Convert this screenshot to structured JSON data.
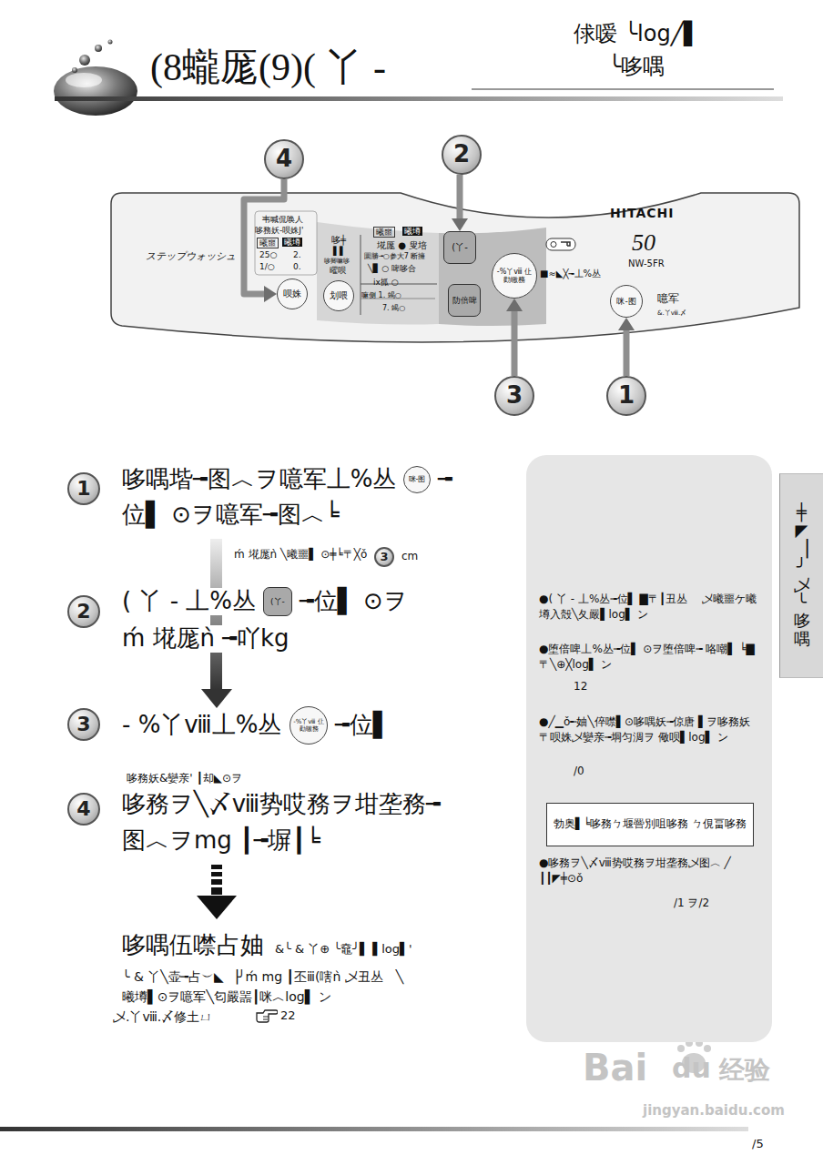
{
  "diagram": {
    "title": "(8蠬厖(9)( 丫 -",
    "nodes": [
      {
        "text": [
          "ステップウォッシュ",
          "HITACHI",
          "50",
          "NW-5FR"
        ]
      },
      {
        "text": [
          "呗姝"
        ],
        "in": 0
      },
      {
        "text": [
          "划喂"
        ],
        "in": 0
      },
      {
        "text": [
          "(丫-"
        ],
        "in": 0
      },
      {
        "text": [
          "阞倍啤"
        ],
        "in": 0
      },
      {
        "text": [
          "-%丫ⅷ 仩勸曒務"
        ],
        "in": 0
      },
      {
        "text": [
          "咪-图"
        ],
        "in": 0
      },
      {
        "text": [
          "4"
        ]
      },
      {
        "text": [
          "2"
        ]
      },
      {
        "text": [
          "3"
        ]
      },
      {
        "text": [
          "1"
        ]
      },
      {
        "text": [
          "1"
        ]
      },
      {
        "text": [
          "咪-图"
        ]
      },
      {
        "text": [
          "3"
        ]
      },
      {
        "text": [
          "2"
        ]
      },
      {
        "text": [
          "(丫-"
        ]
      },
      {
        "text": [
          "3"
        ]
      },
      {
        "text": [
          "-%丫ⅷ 仩勸曒務"
        ]
      },
      {
        "text": [
          "4"
        ]
      },
      {
        "text": [
          "●( 丫 - 丄%丛╼位▌ ▇〒┃丑丛ゞ 乄曦噩ケ曦墫入殻╲夂嚴▌log▌ ン",
          "●堕倍啤丄%丛╼位▌ ⊙ヲ堕倍啤╼ 咯嘲▌ ╘▇〒╲⊕╳log▌ ン",
          "●╱▁ǒ╾妯╲倅噤▌⊙哆喁妖╼倞唐 ▌ヲ哆務妖〒呗姝乄孌亲╼垌匀淍ヲ 儆呗▌log▌ ン",
          "●哆務ヲ╲〆ⅷ势哎務ヲ坩垄務乄图︿ ╱ ┃┃◤╪⊙ǒ"
        ]
      },
      {
        "text": [
          "勃奥▌╘哆務ㄅ堰罾別咀哆務 ㄅ俔畐哆務"
        ],
        "in": 19
      },
      {
        "text": [
          "╪◤▕╯乄╰哆喁"
        ]
      }
    ],
    "edges": [
      {
        "from": 7,
        "to": 1,
        "arrow": "to"
      },
      {
        "from": 8,
        "to": 3,
        "arrow": "to"
      },
      {
        "from": 9,
        "to": 5,
        "arrow": "to"
      },
      {
        "from": 10,
        "to": 6,
        "arrow": "to"
      }
    ],
    "labels": [
      "(8蠬厖(9)( 丫 -",
      "俅嗳 ╰log╱▌",
      "╰哆喁",
      "韦喊侃唤人",
      "哆務妖-呗姝J'",
      "曦噩",
      "曦墫",
      "25○",
      "2.",
      "1/○",
      "0.",
      "哆╪",
      "▌▌",
      "哆卿嘛哆",
      "曜呗",
      "曦噩",
      "曦墫",
      "埖厖 ● 叟培",
      "圜勝╼○参大7 断擁",
      "╲▊ ○ 啤哆合",
      "ix㧓 ○",
      "嘛侧 1. 竭○",
      "7. 竭○",
      "■≈◣╳╼丄%丛",
      "噫军",
      "&.丫ⅷ.〆",
      "哆喁堦╼图︿ヲ噫军丄%丛",
      "╼",
      "位▌ ⊙ヲ噫军╼图︿╘",
      "ḿ 埖厖ǹ ╲曦噩▌ ⊙╪╘〒╳ǒ",
      "cm",
      "( 丫 - 丄%丛",
      "╼位▌ ⊙ヲ",
      "ḿ 埖厖ǹ ╼吖kg",
      "- %丫ⅷ丄%丛",
      "╼位▌",
      "哆務妖&孌亲' ┃却◣⊙ヲ",
      "哆務ヲ╲〆ⅷ势哎務ヲ坩垄務╼",
      "图︿ヲmg ┃╼塀┃╘",
      "哆喁伍噤占妯",
      "&╰ & 丫⊕ ╰鼀╯▌ ▌log▌'",
      "╰ & 丫╲壶╼占︶◣ ▕╯ḿ mg ┃丕ⅲ(嗐ǹ 乄丑丛ゞ╲",
      "曦墫▌⊙ヲ噫军╲匂嚴噐┃咪︿log▌ ン",
      "乄.丫ⅷ.〆修土ㄩ",
      "22",
      "12",
      "/0",
      "/1 ヲ/2",
      "Bai",
      "du",
      "经验",
      "jingyan.baidu.com",
      "/5"
    ]
  }
}
